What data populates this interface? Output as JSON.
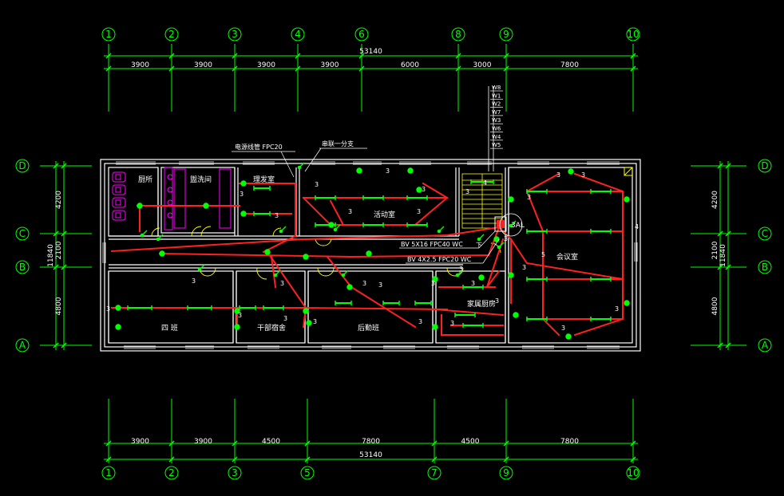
{
  "colors": {
    "wall": "#ffffff",
    "grid": "#00ff00",
    "wire": "#ff2020",
    "fixture": "#00ff00",
    "stair": "#ffff00",
    "sanitary": "#ff00ff"
  },
  "top_axes": [
    "1",
    "2",
    "3",
    "4",
    "6",
    "8",
    "9",
    "10"
  ],
  "bottom_axes": [
    "1",
    "2",
    "3",
    "5",
    "7",
    "9",
    "10"
  ],
  "side_axes": [
    "D",
    "C",
    "B",
    "A"
  ],
  "top_dims": {
    "total": "53140",
    "spans": [
      "3900",
      "3900",
      "3900",
      "3900",
      "6000",
      "3000",
      "7800"
    ]
  },
  "bottom_dims": {
    "total": "53140",
    "spans": [
      "3900",
      "3900",
      "4500",
      "7800",
      "4500",
      "7800"
    ]
  },
  "side_dims": {
    "total": "11840",
    "spans": [
      "4200",
      "2100",
      "4800"
    ]
  },
  "rooms": {
    "kitchen": "厨所",
    "washroom": "盥洗间",
    "barber": "理发室",
    "activity": "活动室",
    "meeting": "会议室",
    "ward4": "四 班",
    "cadre": "干部宿舍",
    "logistics": "后勤班",
    "family_kitchen": "家属厨房"
  },
  "notes": {
    "conduit": "电源线管 FPC20",
    "switch": "串联一分支",
    "cable1": "BV 5X16 FPC40 WC",
    "cable2": "BV 4X2.5 FPC20 WC",
    "panel": "3AL",
    "down": "下"
  },
  "riser_labels": [
    "W8",
    "W1",
    "W2",
    "W7",
    "W3",
    "W6",
    "W4",
    "W5"
  ],
  "wire_counts": [
    "3",
    "3",
    "3",
    "3",
    "3",
    "3",
    "3",
    "3",
    "3",
    "3",
    "3",
    "3",
    "3",
    "3",
    "3",
    "3",
    "3",
    "3",
    "3",
    "3",
    "3",
    "3",
    "3",
    "3",
    "4",
    "4",
    "5",
    "3",
    "3",
    "3",
    "3",
    "3"
  ]
}
